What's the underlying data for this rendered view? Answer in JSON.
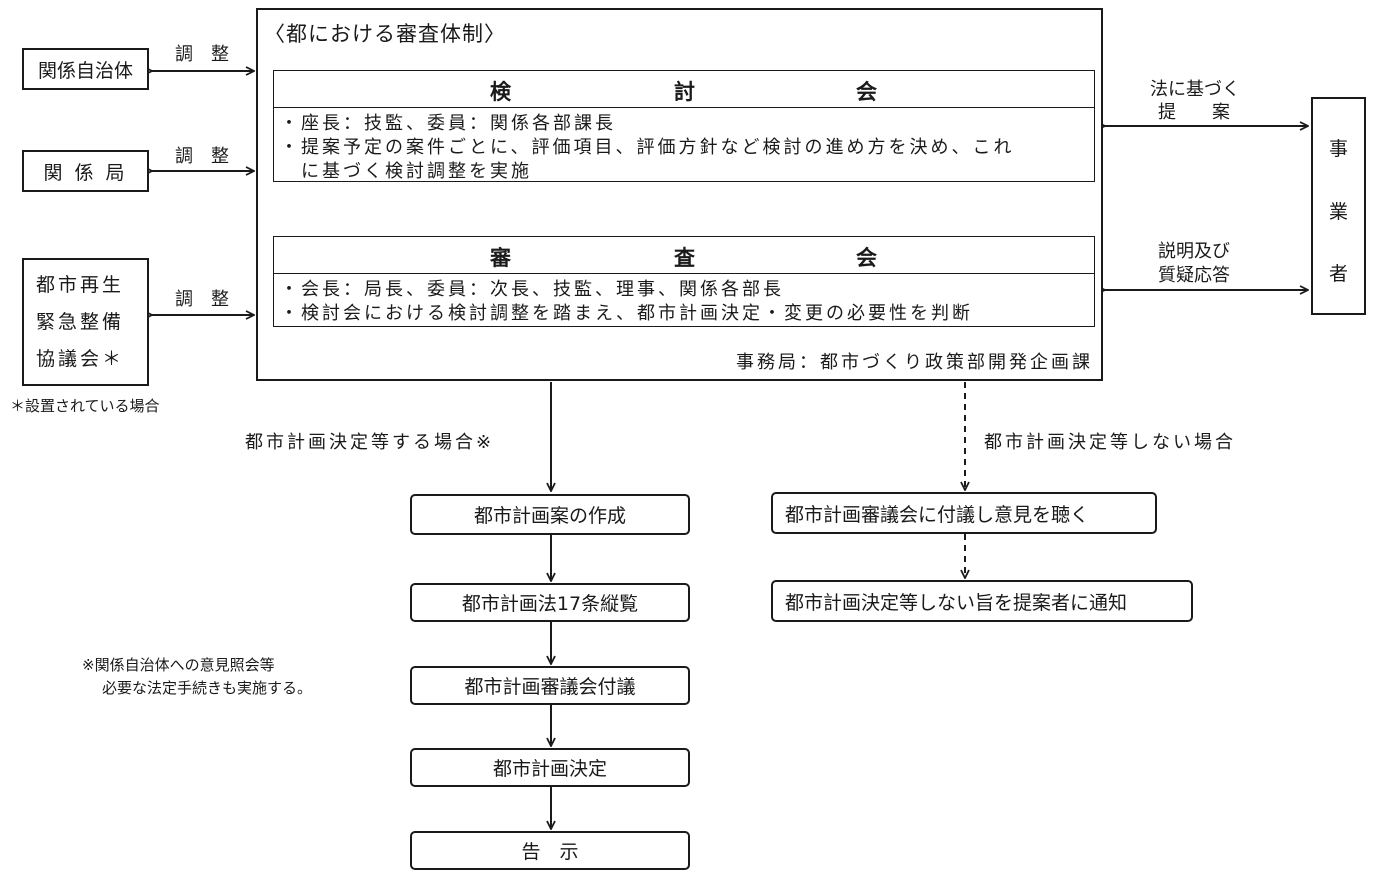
{
  "system": {
    "title": "〈都における審査体制〉",
    "kentokai": {
      "header": [
        "検",
        "討",
        "会"
      ],
      "lines": [
        "・座長：技監、委員：関係各部課長",
        "・提案予定の案件ごとに、評価項目、評価方針など検討の進め方を決め、これ",
        "　に基づく検討調整を実施"
      ]
    },
    "shinsakai": {
      "header": [
        "審",
        "査",
        "会"
      ],
      "lines": [
        "・会長：局長、委員：次長、技監、理事、関係各部長",
        "・検討会における検討調整を踏まえ、都市計画決定・変更の必要性を判断"
      ]
    },
    "secretariat": "事務局：都市づくり政策部開発企画課"
  },
  "left": {
    "municipality": "関係自治体",
    "bureau": "関 係 局",
    "council": [
      "都市再生",
      "緊急整備",
      "協議会＊"
    ],
    "council_note": "＊設置されている場合",
    "coordination_label": "調　整"
  },
  "right": {
    "business": [
      "事",
      "業",
      "者"
    ],
    "proposal_label": [
      "法に基づく",
      "提　　案"
    ],
    "explain_label": [
      "説明及び",
      "質疑応答"
    ]
  },
  "flow_yes": {
    "label": "都市計画決定等する場合※",
    "steps": [
      "都市計画案の作成",
      "都市計画法17条縦覧",
      "都市計画審議会付議",
      "都市計画決定",
      "告　示"
    ],
    "note": [
      "※関係自治体への意見照会等",
      "必要な法定手続きも実施する。"
    ]
  },
  "flow_no": {
    "label": "都市計画決定等しない場合",
    "steps": [
      "都市計画審議会に付議し意見を聴く",
      "都市計画決定等しない旨を提案者に通知"
    ]
  }
}
